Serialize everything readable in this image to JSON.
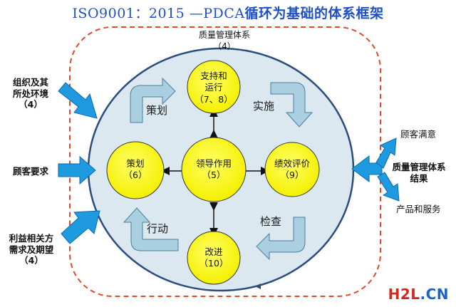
{
  "title": {
    "prefix": "ISO9001：2015 —PDCA",
    "suffix": "循环为基础的体系框架"
  },
  "system": {
    "label": "质量管理体系",
    "ref": "（4）"
  },
  "nodes": {
    "support": {
      "label": "支持和",
      "label2": "运行",
      "ref": "（7、8）"
    },
    "planning": {
      "label": "策划",
      "ref": "（6）"
    },
    "leadership": {
      "label": "领导作用",
      "ref": "（5）"
    },
    "evaluation": {
      "label": "绩效评价",
      "ref": "（9）"
    },
    "improvement": {
      "label": "改进",
      "ref": "（10）"
    }
  },
  "cycle": {
    "plan": "策划",
    "do": "实施",
    "check": "检查",
    "act": "行动"
  },
  "inputs": {
    "context": {
      "line1": "组织及其",
      "line2": "所处环境",
      "ref": "（4）"
    },
    "customer": "顾客要求",
    "interested": {
      "line1": "利益相关方",
      "line2": "需求及期望",
      "ref": "（4）"
    }
  },
  "outputs": {
    "satisfaction": "顾客满意",
    "results": {
      "line1": "质量管理体系",
      "line2": "结果"
    },
    "products": "产品和服务"
  },
  "brand": {
    "h2l": "H2L",
    "cn": ".CN"
  },
  "colors": {
    "node_fill": "#ffff33",
    "ring_fill": "#dbe8f0",
    "ring_stroke": "#2a4d7e",
    "frame": "#e04a2a",
    "blue_arrow": "#1e9be0",
    "cycle_arrow": "#a9cfe0"
  }
}
